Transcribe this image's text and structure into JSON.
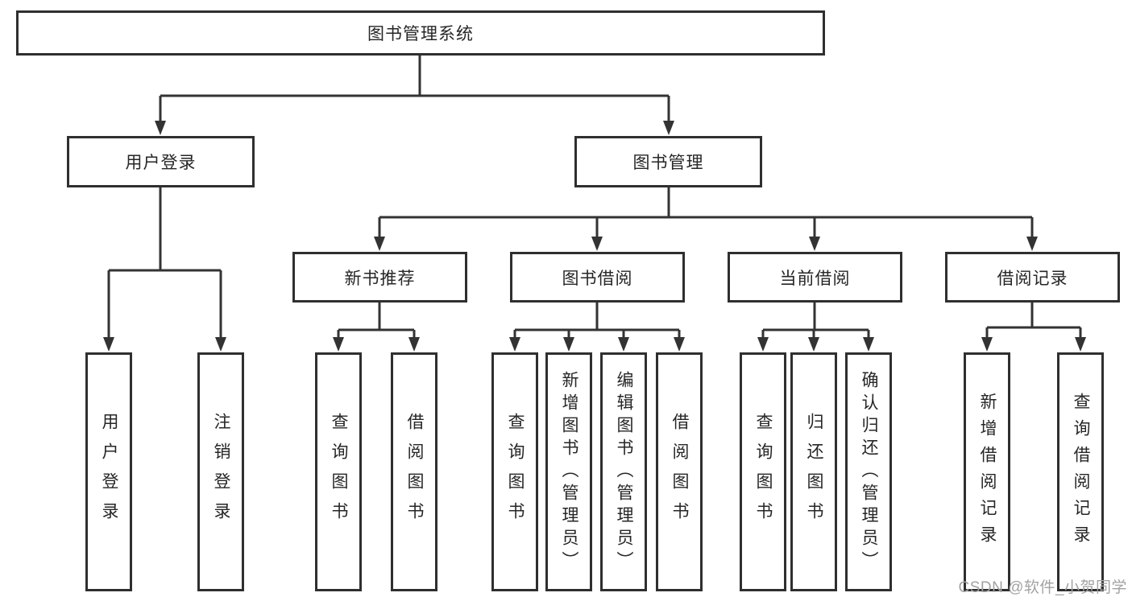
{
  "page": {
    "background_color": "#ffffff",
    "line_color": "#333333",
    "box_border_color": "#2f2f2f",
    "text_color": "#262626",
    "watermark_color": "#a2a2a2"
  },
  "watermark": {
    "text": "CSDN @软件_小贺同学"
  },
  "tree": {
    "root": {
      "label": "图书管理系统"
    },
    "branches": [
      {
        "label": "用户登录",
        "children": [
          {
            "label": "用户登录"
          },
          {
            "label": "注销登录"
          }
        ]
      },
      {
        "label": "图书管理",
        "children": [
          {
            "label": "新书推荐",
            "children": [
              {
                "label": "查询图书"
              },
              {
                "label": "借阅图书"
              }
            ]
          },
          {
            "label": "图书借阅",
            "children": [
              {
                "label": "查询图书"
              },
              {
                "label": "新增图书（管理员）"
              },
              {
                "label": "编辑图书（管理员）"
              },
              {
                "label": "借阅图书"
              }
            ]
          },
          {
            "label": "当前借阅",
            "children": [
              {
                "label": "查询图书"
              },
              {
                "label": "归还图书"
              },
              {
                "label": "确认归还（管理员）"
              }
            ]
          },
          {
            "label": "借阅记录",
            "children": [
              {
                "label": "新增借阅记录"
              },
              {
                "label": "查询借阅记录"
              }
            ]
          }
        ]
      }
    ]
  }
}
